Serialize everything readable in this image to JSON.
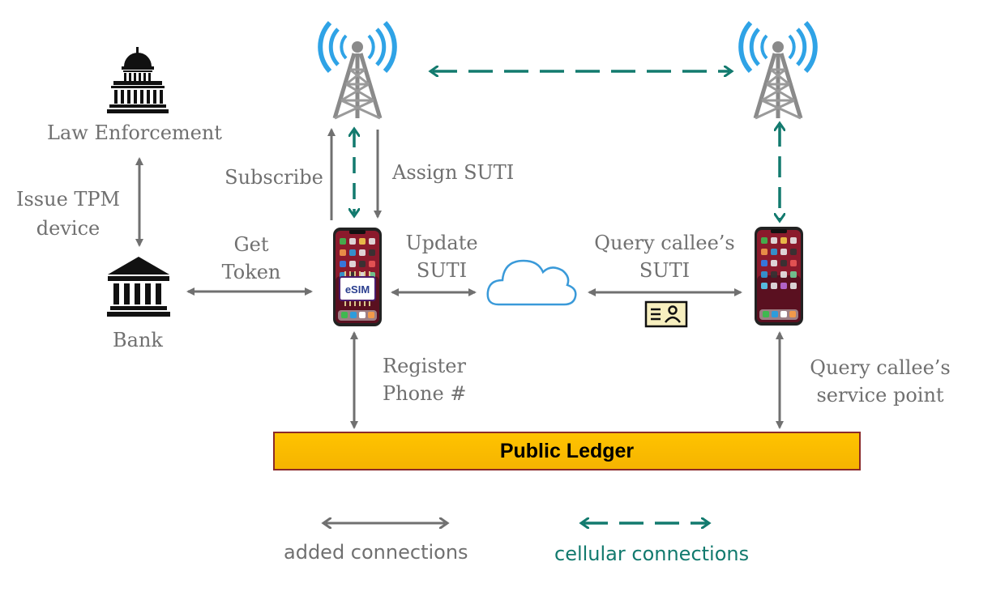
{
  "labels": {
    "law_enforcement": "Law Enforcement",
    "issue_tpm_1": "Issue TPM",
    "issue_tpm_2": "device",
    "bank": "Bank",
    "get_token_1": "Get",
    "get_token_2": "Token",
    "subscribe": "Subscribe",
    "assign_suti": "Assign SUTI",
    "update_suti_1": "Update",
    "update_suti_2": "SUTI",
    "query_suti_1": "Query callee’s",
    "query_suti_2": "SUTI",
    "register_1": "Register",
    "register_2": "Phone #",
    "query_sp_1": "Query callee’s",
    "query_sp_2": "service point",
    "esim": "eSIM"
  },
  "ledger": {
    "label": "Public Ledger"
  },
  "legend": {
    "added": "added connections",
    "cellular": "cellular connections"
  },
  "colors": {
    "added_arrow": "#707070",
    "cellular_arrow": "#127a6e",
    "ledger_fill": "#ffc000",
    "ledger_border": "#8a2a2a",
    "wave": "#2fa3e6",
    "cloud": "#3a9ad9"
  }
}
